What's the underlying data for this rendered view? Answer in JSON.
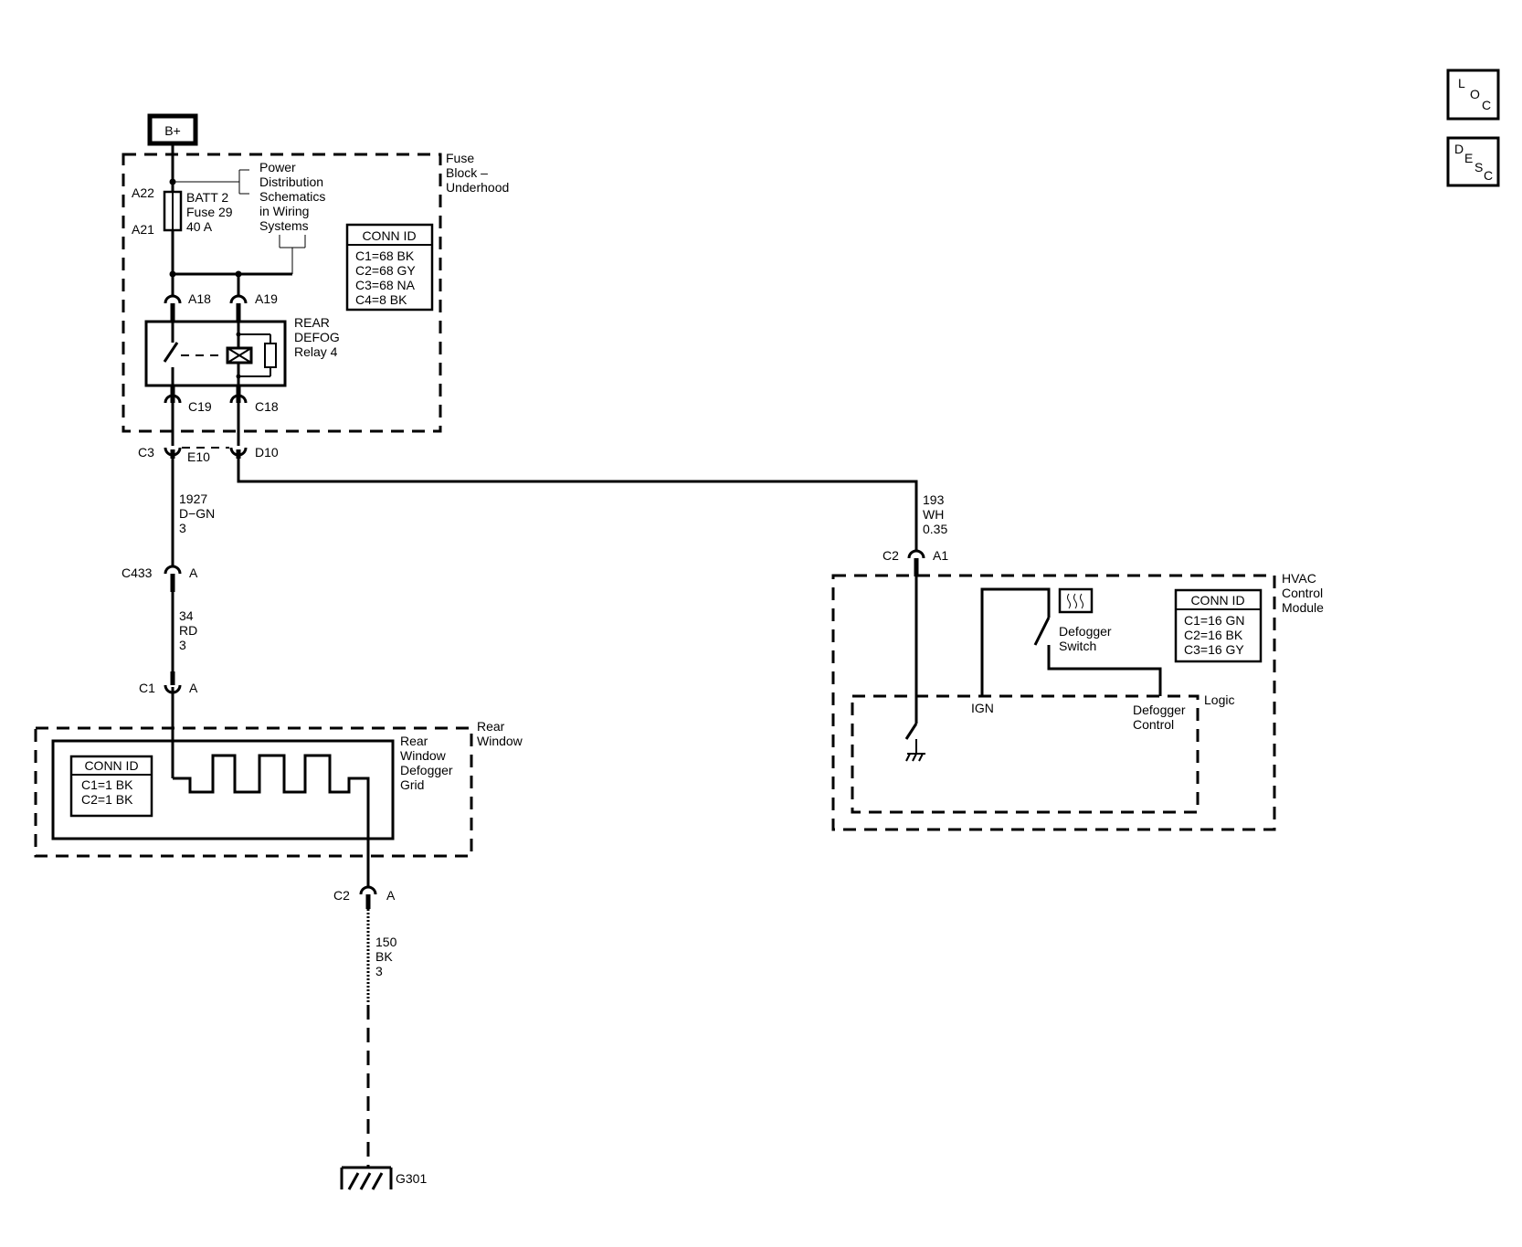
{
  "power_source": {
    "label": "B+"
  },
  "fuse_block": {
    "title": [
      "Fuse",
      "Block –",
      "Underhood"
    ],
    "pin_top": "A22",
    "pin_bottom": "A21",
    "fuse_text": [
      "BATT 2",
      "Fuse 29",
      "40 A"
    ],
    "reference_text": [
      "Power",
      "Distribution",
      "Schematics",
      "in Wiring",
      "Systems"
    ],
    "conn_id": {
      "header": "CONN ID",
      "rows": [
        "C1=68 BK",
        "C2=68 GY",
        "C3=68 NA",
        "C4=8 BK"
      ]
    },
    "relay_pins_in": [
      "A18",
      "A19"
    ],
    "relay_pins_out": [
      "C19",
      "C18"
    ],
    "relay_label": [
      "REAR",
      "DEFOG",
      "Relay 4"
    ]
  },
  "junction": {
    "connector": "C3",
    "pin_left": "E10",
    "pin_right": "D10"
  },
  "wire_1927": [
    "1927",
    "D−GN",
    "3"
  ],
  "conn_c433": {
    "connector": "C433",
    "pin": "A"
  },
  "wire_34": [
    "34",
    "RD",
    "3"
  ],
  "conn_c1": {
    "connector": "C1",
    "pin": "A"
  },
  "rear_window": {
    "title": [
      "Rear",
      "Window"
    ],
    "grid_label": [
      "Rear",
      "Window",
      "Defogger",
      "Grid"
    ],
    "conn_id": {
      "header": "CONN ID",
      "rows": [
        "C1=1 BK",
        "C2=1 BK"
      ]
    }
  },
  "conn_c2_bottom": {
    "connector": "C2",
    "pin": "A"
  },
  "wire_150": [
    "150",
    "BK",
    "3"
  ],
  "ground": {
    "label": "G301"
  },
  "wire_193": [
    "193",
    "WH",
    "0.35"
  ],
  "conn_c2_hvac": {
    "connector": "C2",
    "pin": "A1"
  },
  "hvac": {
    "title": [
      "HVAC",
      "Control",
      "Module"
    ],
    "conn_id": {
      "header": "CONN ID",
      "rows": [
        "C1=16 GN",
        "C2=16 BK",
        "C3=16 GY"
      ]
    },
    "switch_label": [
      "Defogger",
      "Switch"
    ],
    "logic_label": "Logic",
    "ign_label": "IGN",
    "defogger_control_label": [
      "Defogger",
      "Control"
    ]
  },
  "index_buttons": {
    "loc": {
      "a": "L",
      "b": "O",
      "c": "C"
    },
    "desc": {
      "a": "D",
      "b": "E",
      "c": "S",
      "d": "C"
    }
  }
}
